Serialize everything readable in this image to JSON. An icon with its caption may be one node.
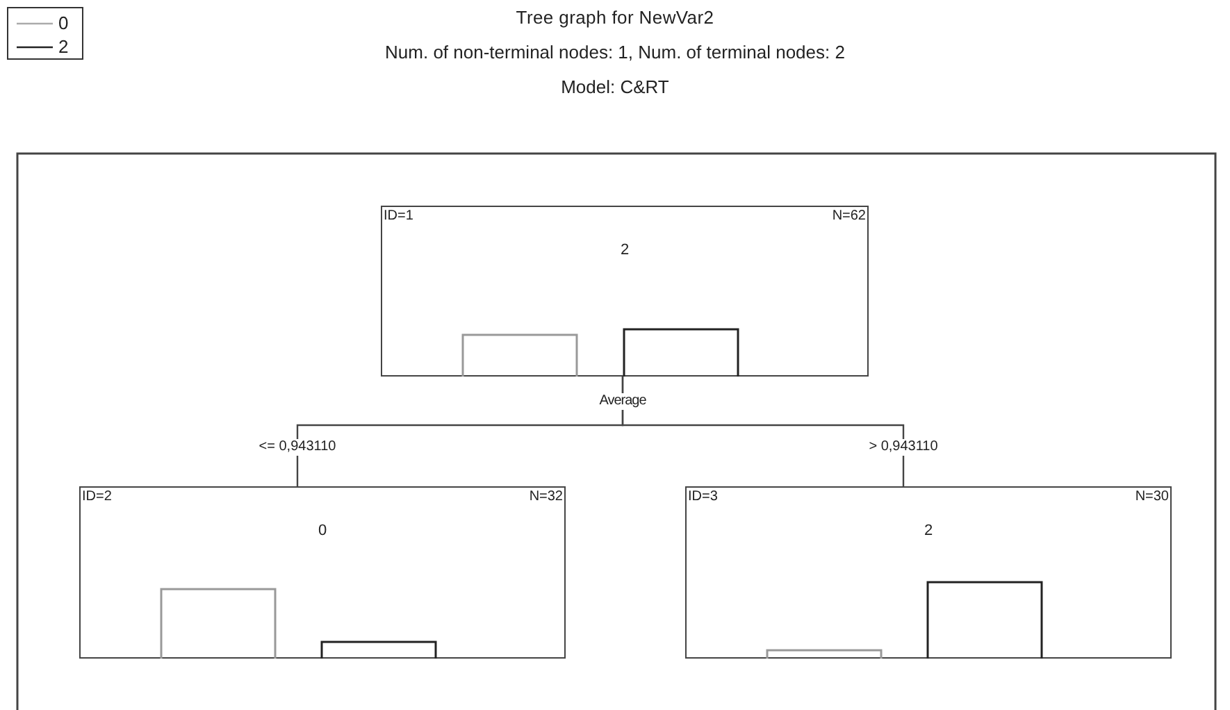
{
  "diagram": {
    "title": "Tree graph for NewVar2",
    "nodes": [
      {
        "text": [
          "ID=1",
          "N=62",
          "2"
        ],
        "beside": [
          "Average"
        ]
      },
      {
        "text": [
          "ID=2",
          "N=32",
          "0"
        ]
      },
      {
        "text": [
          "ID=3",
          "N=30",
          "2"
        ]
      }
    ],
    "edges": [
      {
        "from": 0,
        "to": 1,
        "arrow": "none",
        "label": "<= 0,943110"
      },
      {
        "from": 0,
        "to": 2,
        "arrow": "none",
        "label": "> 0,943110"
      }
    ],
    "labels": [
      "Num. of non-terminal nodes: 1,  Num. of terminal nodes: 2",
      "Model: C&RT"
    ],
    "legend": [
      {
        "text": "0"
      },
      {
        "text": "2"
      }
    ]
  }
}
